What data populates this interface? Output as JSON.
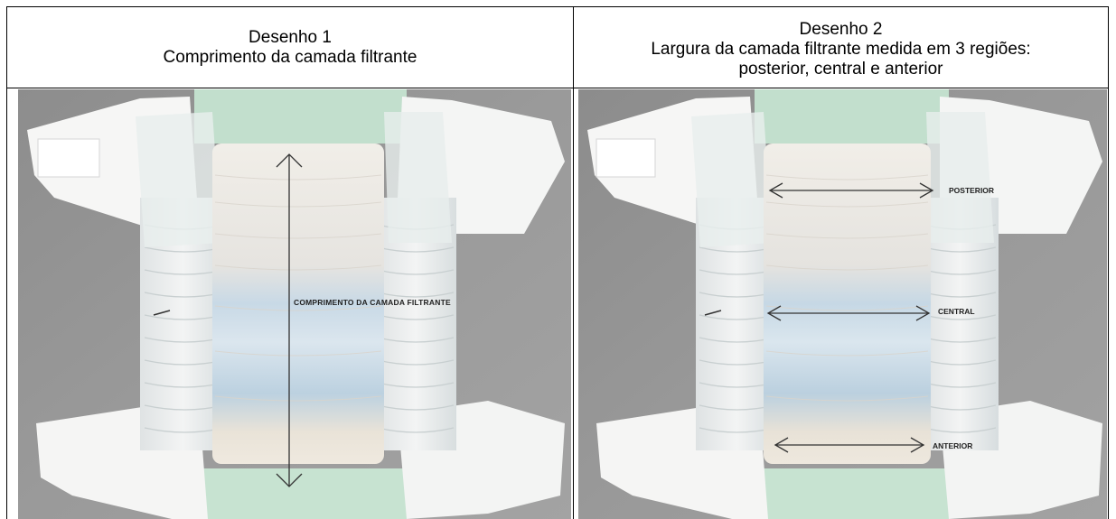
{
  "panel1": {
    "title": "Desenho 1",
    "subtitle": "Comprimento da camada filtrante",
    "annotation": "COMPRIMENTO DA CAMADA FILTRANTE"
  },
  "panel2": {
    "title": "Desenho 2",
    "subtitle_line1": "Largura da camada filtrante medida em 3 regiões:",
    "subtitle_line2": "posterior, central e anterior",
    "labels": {
      "posterior": "POSTERIOR",
      "central": "CENTRAL",
      "anterior": "ANTERIOR"
    }
  }
}
